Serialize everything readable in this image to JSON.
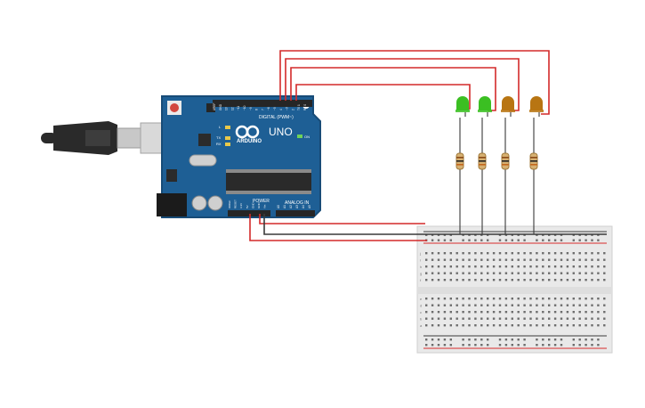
{
  "board": {
    "brand": "ARDUINO",
    "model": "UNO",
    "digital_label": "DIGITAL (PWM~)",
    "analog_label": "ANALOG IN",
    "power_label": "POWER",
    "on_label": "ON",
    "tx_label": "TX",
    "rx_label": "RX",
    "l_label": "L",
    "top_pins": [
      "AREF",
      "GND",
      "13",
      "12",
      "~11",
      "~10",
      "~9",
      "8",
      "7",
      "~6",
      "~5",
      "4",
      "~3",
      "2",
      "TX 1",
      "RX 0"
    ],
    "power_pins": [
      "IOREF",
      "RESET",
      "3.3V",
      "5V",
      "GND",
      "GND",
      "Vin"
    ],
    "analog_pins": [
      "A0",
      "A1",
      "A2",
      "A3",
      "A4",
      "A5"
    ]
  },
  "leds": [
    {
      "color": "green"
    },
    {
      "color": "green"
    },
    {
      "color": "amber"
    },
    {
      "color": "amber"
    }
  ],
  "colors": {
    "board": "#1e5f95",
    "board_edge": "#174b77",
    "wire_red": "#d42a2a",
    "wire_black": "#3a3a3a",
    "led_green": "#3bbf22",
    "led_amber": "#b87512",
    "breadboard": "#e9e9e9",
    "rail_red": "#d62a2a",
    "resistor_body": "#d6b072"
  },
  "breadboard": {
    "row_letters_top": [
      "j",
      "i",
      "h",
      "g",
      "f"
    ],
    "row_letters_bottom": [
      "e",
      "d",
      "c",
      "b",
      "a"
    ]
  }
}
